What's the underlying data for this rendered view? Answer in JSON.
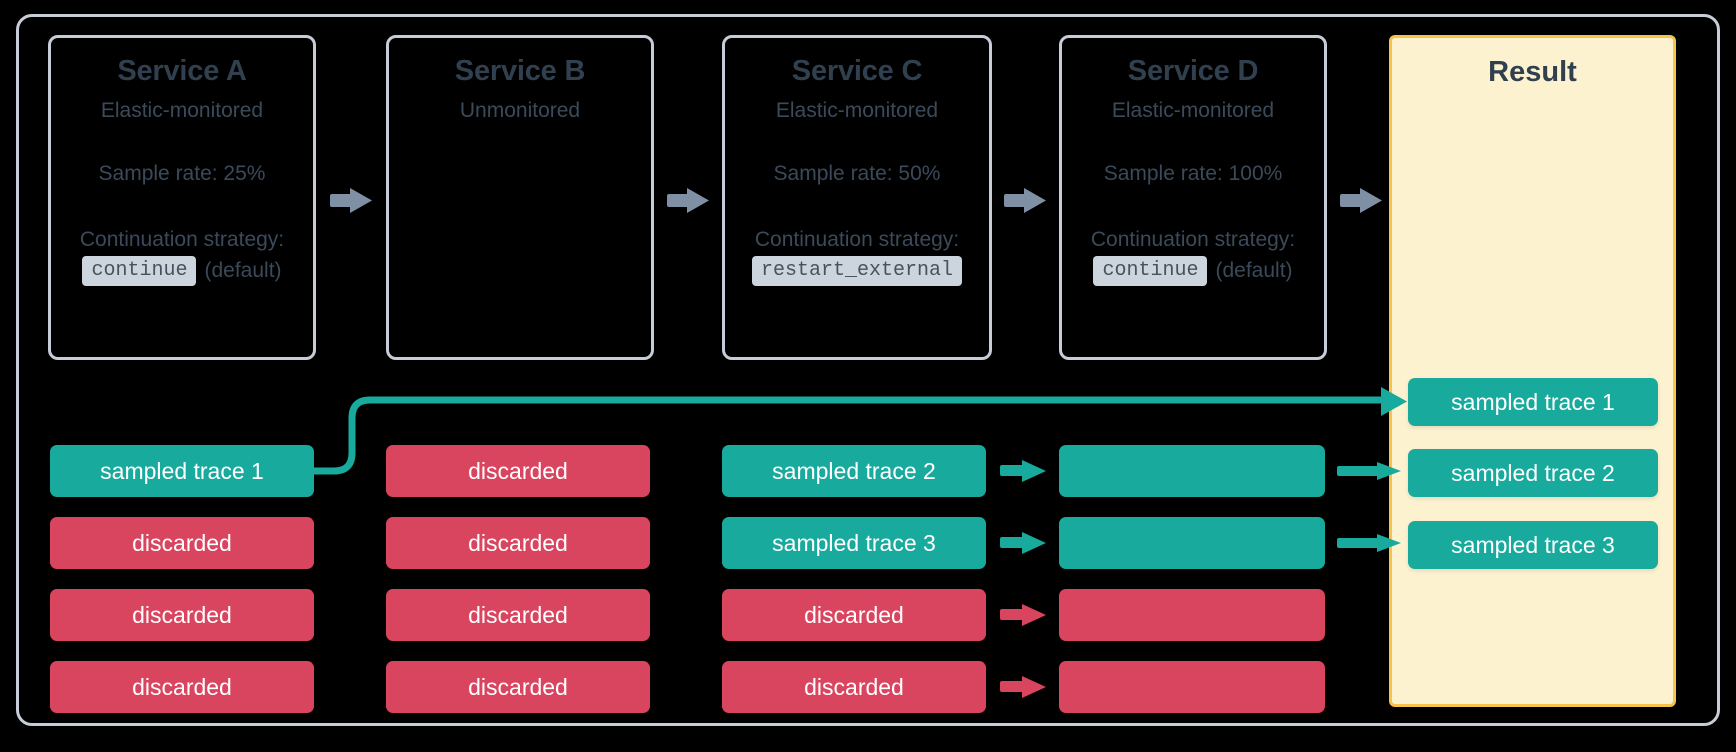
{
  "diagram": {
    "title_present": false,
    "colors": {
      "background": "#000000",
      "frame_border": "#c6ccd8",
      "card_border": "#c6ccd8",
      "card_title": "#31404f",
      "card_text": "#3b4a5a",
      "code_badge_bg": "#ccd5de",
      "code_badge_text": "#46525f",
      "sampled_green": "#18aa9c",
      "discarded_red": "#d9445f",
      "result_fill": "#fdf2d0",
      "result_border": "#f6c44b",
      "step_arrow": "#7f8fa4"
    }
  },
  "services": [
    {
      "name": "Service A",
      "monitoring": "Elastic-monitored",
      "sample_rate": "Sample rate: 25%",
      "strategy_label": "Continuation strategy:",
      "strategy_value": "continue",
      "strategy_note": "(default)"
    },
    {
      "name": "Service B",
      "monitoring": "Unmonitored",
      "sample_rate": "",
      "strategy_label": "",
      "strategy_value": "",
      "strategy_note": ""
    },
    {
      "name": "Service C",
      "monitoring": "Elastic-monitored",
      "sample_rate": "Sample rate: 50%",
      "strategy_label": "Continuation strategy:",
      "strategy_value": "restart_external",
      "strategy_note": ""
    },
    {
      "name": "Service D",
      "monitoring": "Elastic-monitored",
      "sample_rate": "Sample rate: 100%",
      "strategy_label": "Continuation strategy:",
      "strategy_value": "continue",
      "strategy_note": "(default)"
    }
  ],
  "result_panel": {
    "title": "Result",
    "items": [
      {
        "label": "sampled trace 1",
        "state": "sampled"
      },
      {
        "label": "sampled trace 2",
        "state": "sampled"
      },
      {
        "label": "sampled trace 3",
        "state": "sampled"
      }
    ]
  },
  "trace_columns": [
    {
      "service": "Service A",
      "rows": [
        {
          "label": "sampled trace 1",
          "state": "sampled"
        },
        {
          "label": "discarded",
          "state": "discarded"
        },
        {
          "label": "discarded",
          "state": "discarded"
        },
        {
          "label": "discarded",
          "state": "discarded"
        }
      ]
    },
    {
      "service": "Service B",
      "rows": [
        {
          "label": "discarded",
          "state": "discarded"
        },
        {
          "label": "discarded",
          "state": "discarded"
        },
        {
          "label": "discarded",
          "state": "discarded"
        },
        {
          "label": "discarded",
          "state": "discarded"
        }
      ]
    },
    {
      "service": "Service C",
      "rows": [
        {
          "label": "sampled trace 2",
          "state": "sampled"
        },
        {
          "label": "sampled trace 3",
          "state": "sampled"
        },
        {
          "label": "discarded",
          "state": "discarded"
        },
        {
          "label": "discarded",
          "state": "discarded"
        }
      ]
    },
    {
      "service": "Service D",
      "rows": [
        {
          "label": "",
          "state": "sampled"
        },
        {
          "label": "",
          "state": "sampled"
        },
        {
          "label": "",
          "state": "discarded"
        },
        {
          "label": "",
          "state": "discarded"
        }
      ]
    }
  ],
  "step_arrows": [
    {
      "from": "Service A",
      "to": "Service B"
    },
    {
      "from": "Service B",
      "to": "Service C"
    },
    {
      "from": "Service C",
      "to": "Service D"
    },
    {
      "from": "Service D",
      "to": "Result"
    }
  ],
  "flow_arrows": [
    {
      "from": "Service A sampled trace 1",
      "to": "Result sampled trace 1",
      "state": "sampled",
      "shape": "curved"
    },
    {
      "from": "Service C sampled trace 2",
      "to": "Service D row 1",
      "state": "sampled",
      "shape": "straight"
    },
    {
      "from": "Service C sampled trace 3",
      "to": "Service D row 2",
      "state": "sampled",
      "shape": "straight"
    },
    {
      "from": "Service C discarded row 3",
      "to": "Service D row 3",
      "state": "discarded",
      "shape": "straight"
    },
    {
      "from": "Service C discarded row 4",
      "to": "Service D row 4",
      "state": "discarded",
      "shape": "straight"
    },
    {
      "from": "Service D row 1",
      "to": "Result sampled trace 2",
      "state": "sampled",
      "shape": "straight"
    },
    {
      "from": "Service D row 2",
      "to": "Result sampled trace 3",
      "state": "sampled",
      "shape": "straight"
    }
  ]
}
